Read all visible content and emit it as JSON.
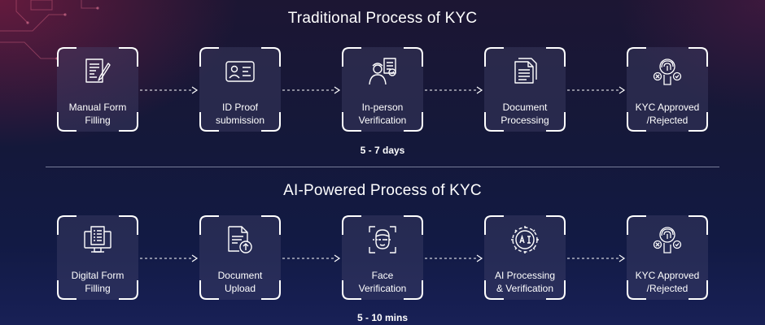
{
  "colors": {
    "frame_corner": "#ffffff",
    "icon_stroke": "#ffffff",
    "card_fill": "#464a6e",
    "divider": "#c8cde6"
  },
  "sections": [
    {
      "title": "Traditional Process of KYC",
      "duration": "5 - 7 days",
      "steps": [
        {
          "label_line1": "Manual Form",
          "label_line2": "Filling",
          "icon": "pen-form-icon"
        },
        {
          "label_line1": "ID Proof",
          "label_line2": "submission",
          "icon": "id-card-icon"
        },
        {
          "label_line1": "In-person",
          "label_line2": "Verification",
          "icon": "officer-checklist-icon"
        },
        {
          "label_line1": "Document",
          "label_line2": "Processing",
          "icon": "documents-icon"
        },
        {
          "label_line1": "KYC Approved",
          "label_line2": "/Rejected",
          "icon": "fingerprint-approve-reject-icon"
        }
      ]
    },
    {
      "title": "AI-Powered Process of KYC",
      "duration": "5 - 10 mins",
      "steps": [
        {
          "label_line1": "Digital Form",
          "label_line2": "Filling",
          "icon": "monitor-form-icon"
        },
        {
          "label_line1": "Document",
          "label_line2": "Upload",
          "icon": "document-upload-icon"
        },
        {
          "label_line1": "Face",
          "label_line2": "Verification",
          "icon": "face-scan-icon"
        },
        {
          "label_line1": "AI Processing",
          "label_line2": "& Verification",
          "icon": "ai-gear-icon"
        },
        {
          "label_line1": "KYC Approved",
          "label_line2": "/Rejected",
          "icon": "fingerprint-approve-reject-icon"
        }
      ]
    }
  ]
}
